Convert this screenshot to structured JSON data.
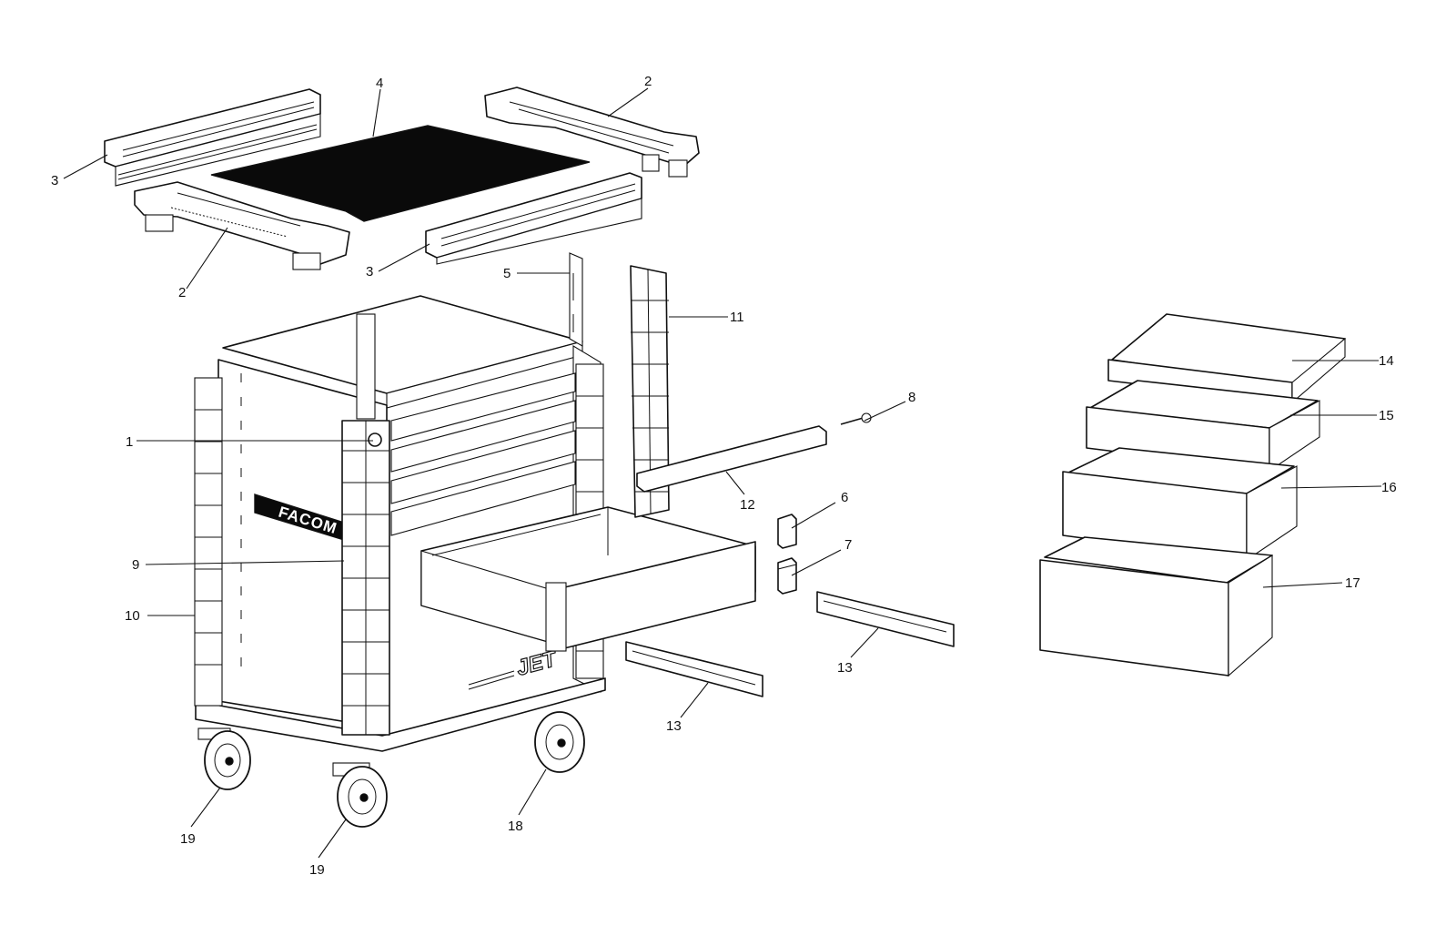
{
  "diagram": {
    "brand_logo": "FACOM",
    "model_badge": "JET",
    "callouts": [
      {
        "id": "c1",
        "text": "1"
      },
      {
        "id": "c2a",
        "text": "2"
      },
      {
        "id": "c2b",
        "text": "2"
      },
      {
        "id": "c3a",
        "text": "3"
      },
      {
        "id": "c3b",
        "text": "3"
      },
      {
        "id": "c4",
        "text": "4"
      },
      {
        "id": "c5",
        "text": "5"
      },
      {
        "id": "c6",
        "text": "6"
      },
      {
        "id": "c7",
        "text": "7"
      },
      {
        "id": "c8",
        "text": "8"
      },
      {
        "id": "c9",
        "text": "9"
      },
      {
        "id": "c10",
        "text": "10"
      },
      {
        "id": "c11",
        "text": "11"
      },
      {
        "id": "c12",
        "text": "12"
      },
      {
        "id": "c13a",
        "text": "13"
      },
      {
        "id": "c13b",
        "text": "13"
      },
      {
        "id": "c14",
        "text": "14"
      },
      {
        "id": "c15",
        "text": "15"
      },
      {
        "id": "c16",
        "text": "16"
      },
      {
        "id": "c17",
        "text": "17"
      },
      {
        "id": "c18",
        "text": "18"
      },
      {
        "id": "c19a",
        "text": "19"
      },
      {
        "id": "c19b",
        "text": "19"
      }
    ]
  }
}
